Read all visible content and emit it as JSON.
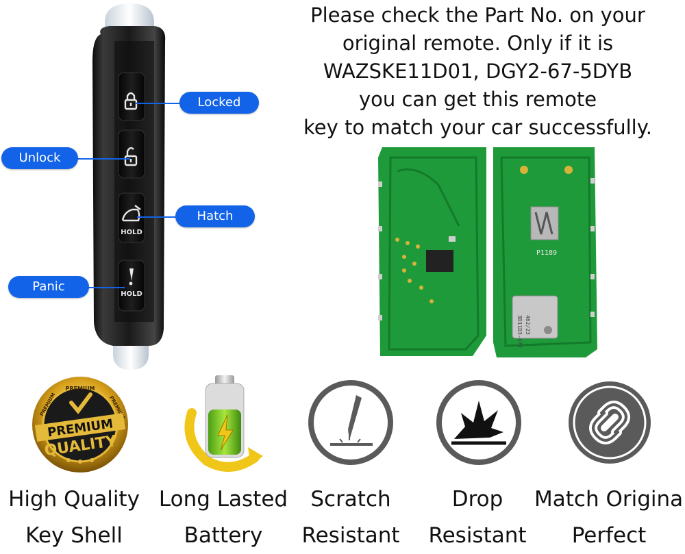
{
  "callouts": {
    "locked": "Locked",
    "unlock": "Unlock",
    "hatch": "Hatch",
    "panic": "Panic"
  },
  "fob_buttons": {
    "hatch_hold": "HOLD",
    "panic_hold": "HOLD"
  },
  "part_notice": {
    "line1": "Please check the Part No. on your",
    "line2": "original remote. Only if it is",
    "line3": "WAZSKE11D01, DGY2-67-5DYB",
    "line4": "you can get this remote",
    "line5": "key to match your car successfully."
  },
  "pcb_text": {
    "chip_label": "P1189",
    "module_label_1": "3D11D3-472",
    "module_label_2": "462/23"
  },
  "badges": {
    "premium_top": "PREMIUM",
    "premium_main_1": "PREMIUM",
    "premium_main_2": "QUALITY",
    "premium_ring_left": "PREMIUM",
    "premium_ring_right": "PREMIUM"
  },
  "features": [
    {
      "line1": "High Quality",
      "line2": "Key Shell"
    },
    {
      "line1": "Long Lasted",
      "line2": "Battery"
    },
    {
      "line1": "Scratch",
      "line2": "Resistant"
    },
    {
      "line1": "Drop",
      "line2": "Resistant"
    },
    {
      "line1": "Match Original",
      "line2": "Perfect"
    }
  ],
  "colors": {
    "callout_blue": "#1363e8",
    "pcb_green": "#1f9a3a",
    "gold": "#d9a21c",
    "icon_gray": "#5a5a5a"
  }
}
